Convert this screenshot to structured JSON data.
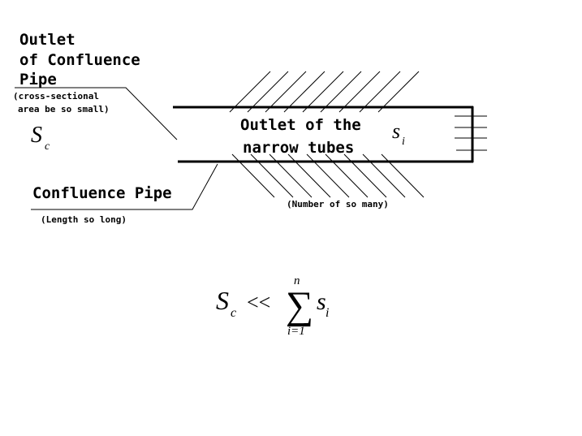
{
  "labels": {
    "outlet_confluence_line1": "Outlet",
    "outlet_confluence_line2": "of Confluence",
    "outlet_confluence_line3": "Pipe",
    "cross_section_line1": "(cross-sectional",
    "cross_section_line2": "area be so small)",
    "sc_symbol": "S",
    "sc_subscript": "c",
    "confluence_pipe": "Confluence Pipe",
    "length_note": "(Length so long)",
    "narrow_tubes_line1": "Outlet of the",
    "narrow_tubes_line2": "narrow tubes",
    "si_symbol": "s",
    "si_subscript": "i",
    "number_note": "(Number of so many)"
  },
  "formula": {
    "lhs": "S",
    "lhs_sub": "c",
    "relation": "<<",
    "sum": "∑",
    "upper": "n",
    "lower": "i=1",
    "term": "s",
    "term_sub": "i"
  }
}
